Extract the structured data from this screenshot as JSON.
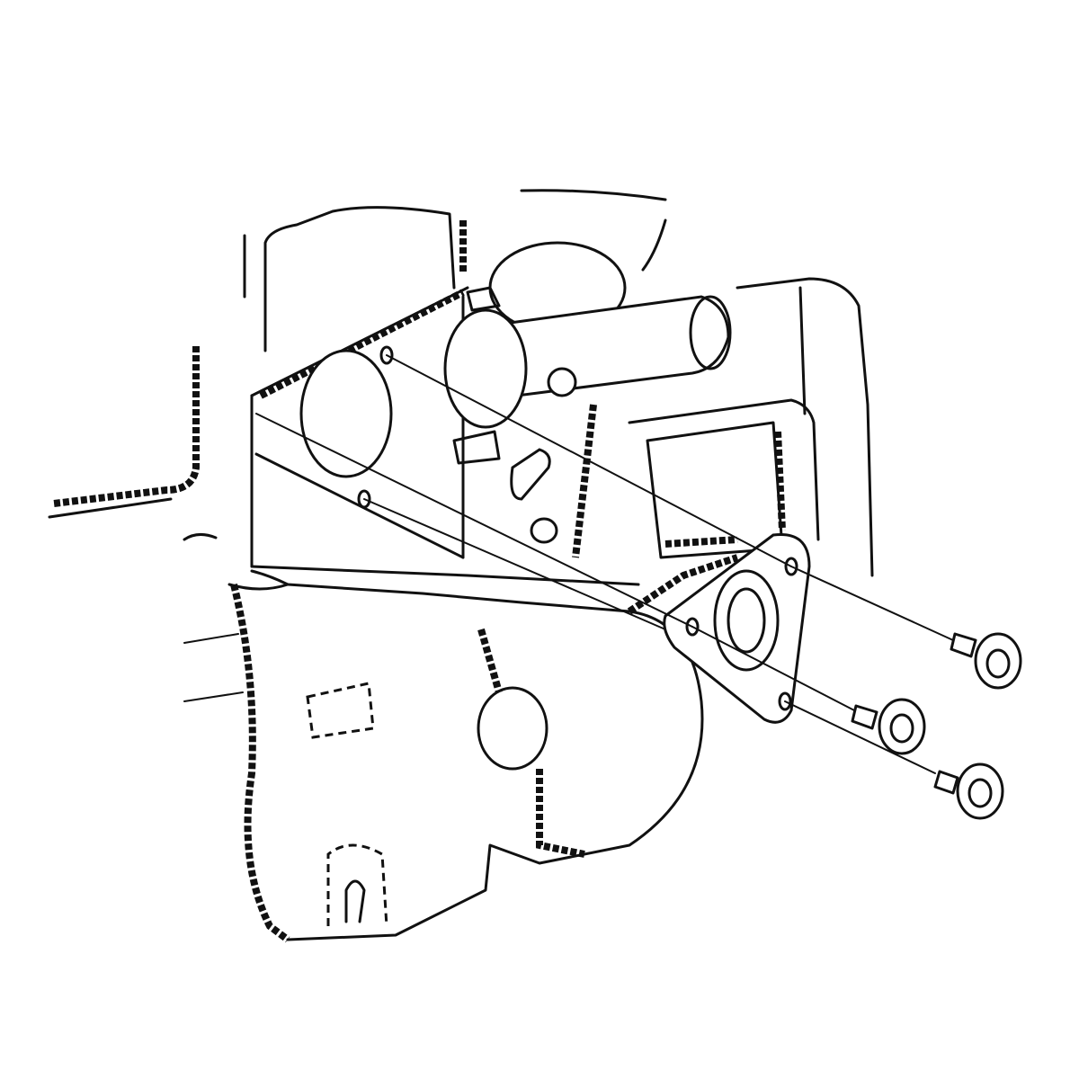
{
  "diagram": {
    "colors": {
      "background": "#ffffff",
      "line": "#111111"
    },
    "parts": [
      "engine-block",
      "timing-cover",
      "housing",
      "pipe",
      "gasket-flange",
      "bolt",
      "bolt",
      "bolt"
    ]
  }
}
